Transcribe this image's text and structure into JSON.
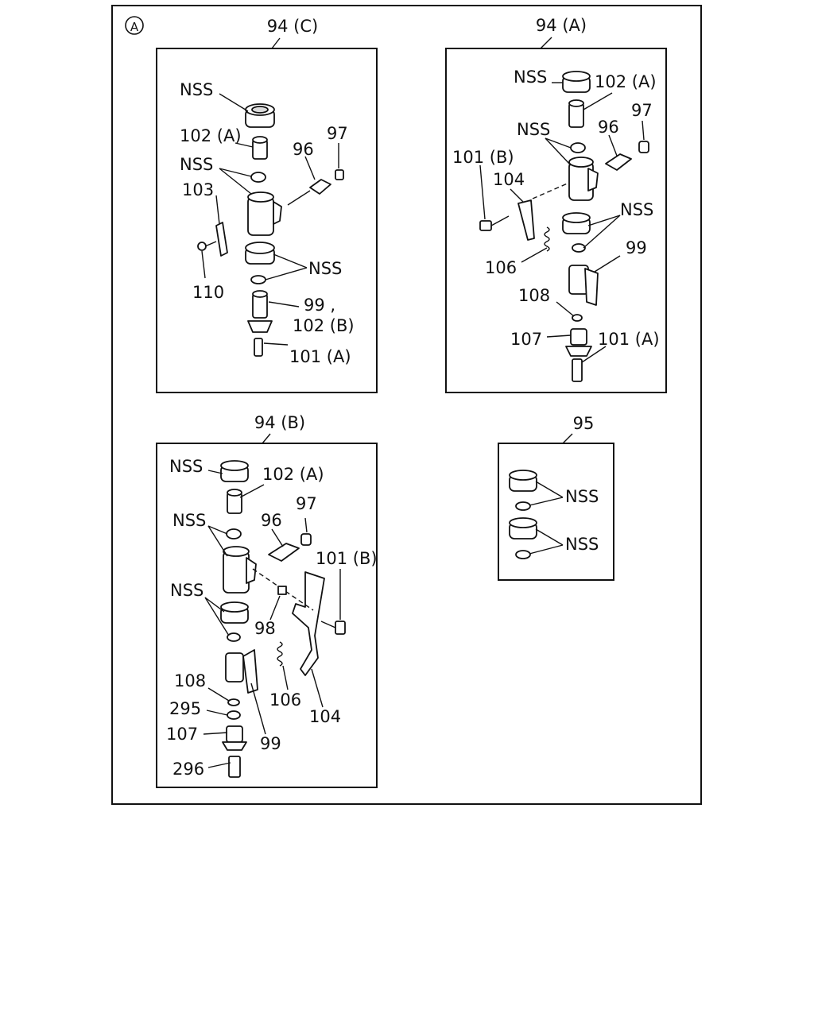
{
  "marker": "A",
  "panels": {
    "c": {
      "title": "94 (C)",
      "labels": {
        "nss_top": "NSS",
        "p102a": "102 (A)",
        "p97": "97",
        "p96": "96",
        "nss_mid": "NSS",
        "p103": "103",
        "nss_low": "NSS",
        "p110": "110",
        "p99": "99 ,",
        "p102b": "102 (B)",
        "p101a": "101 (A)"
      }
    },
    "a": {
      "title": "94 (A)",
      "labels": {
        "nss_top": "NSS",
        "p102a": "102 (A)",
        "p97": "97",
        "nss_mid": "NSS",
        "p96": "96",
        "p101b": "101 (B)",
        "p104": "104",
        "nss_low": "NSS",
        "p106": "106",
        "p99": "99",
        "p108": "108",
        "p107": "107",
        "p101a": "101 (A)"
      }
    },
    "b": {
      "title": "94 (B)",
      "labels": {
        "nss_top": "NSS",
        "p102a": "102 (A)",
        "p97": "97",
        "nss_mid": "NSS",
        "p96": "96",
        "p101b": "101 (B)",
        "nss_low": "NSS",
        "p98": "98",
        "p108": "108",
        "p106": "106",
        "p104": "104",
        "p295": "295",
        "p107": "107",
        "p99": "99",
        "p296": "296"
      }
    },
    "k": {
      "title": "95",
      "labels": {
        "nss_1": "NSS",
        "nss_2": "NSS"
      }
    }
  }
}
